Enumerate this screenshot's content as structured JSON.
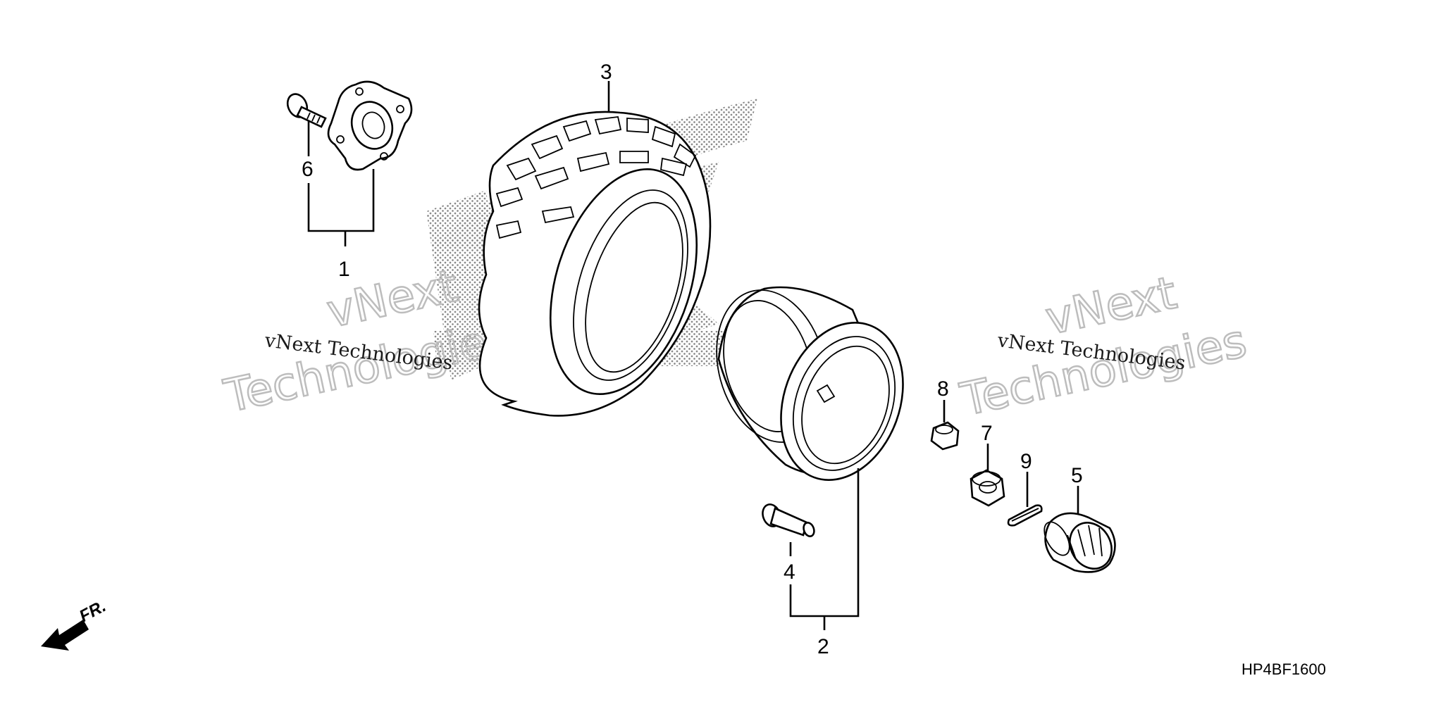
{
  "diagram_code": "HP4BF1600",
  "direction_label": "FR.",
  "watermarks": {
    "brand_line1": "vNext",
    "brand_line2": "Technologies",
    "brand_small": "vNext Technologies"
  },
  "callouts": {
    "c1": "1",
    "c2": "2",
    "c3": "3",
    "c4": "4",
    "c5": "5",
    "c6": "6",
    "c7": "7",
    "c8": "8",
    "c9": "9"
  }
}
